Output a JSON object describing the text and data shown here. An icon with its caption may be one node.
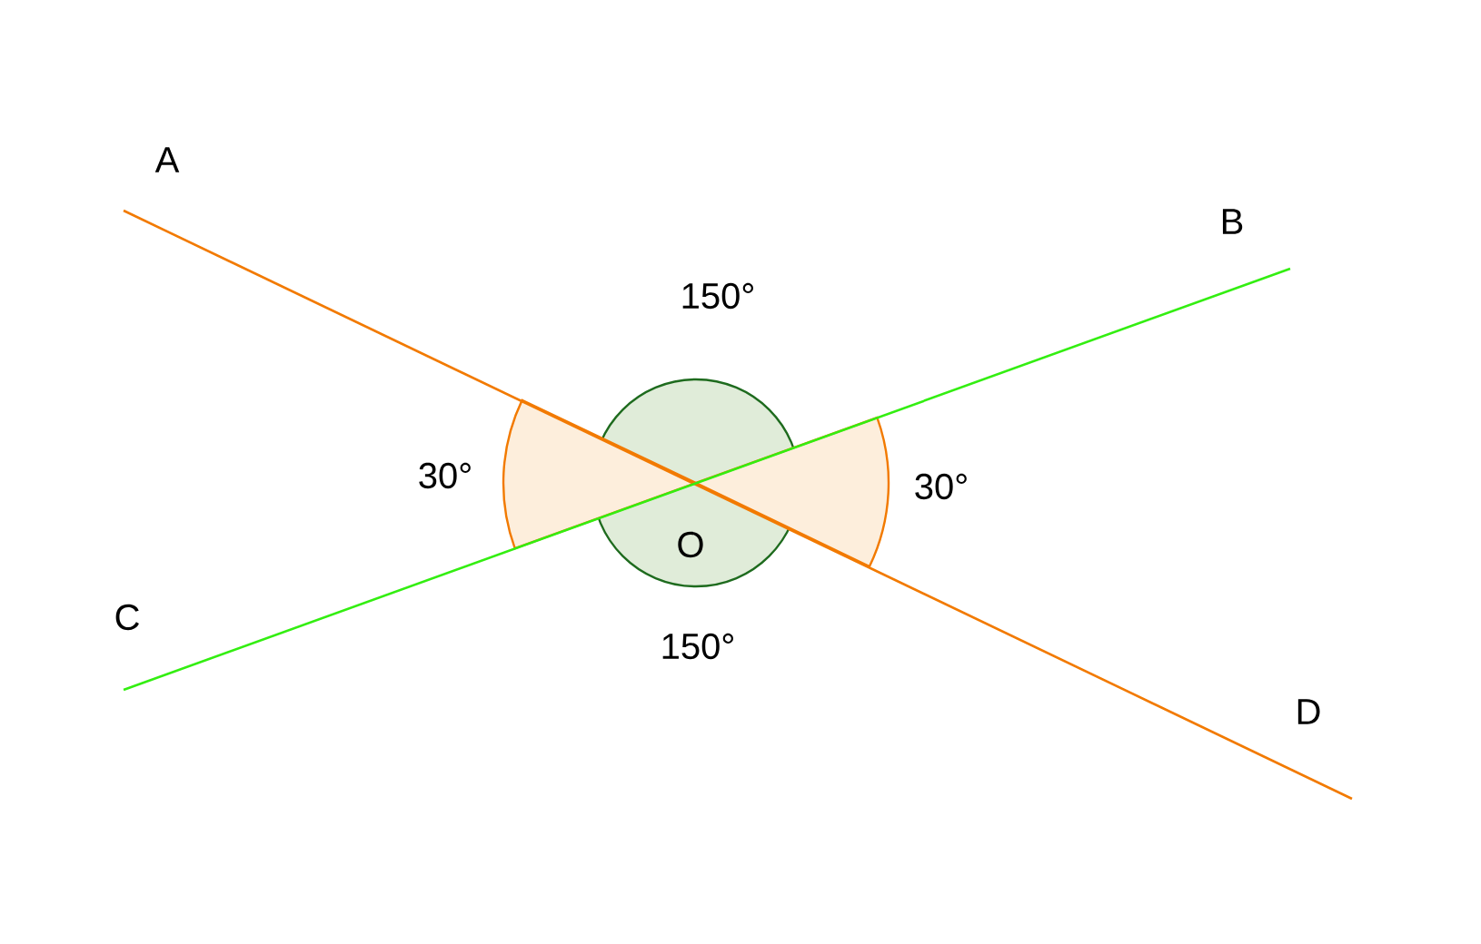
{
  "diagram": {
    "labels": [
      "A",
      "B",
      "150°",
      "30°",
      "30°",
      "O",
      "C",
      "150°",
      "D"
    ]
  }
}
